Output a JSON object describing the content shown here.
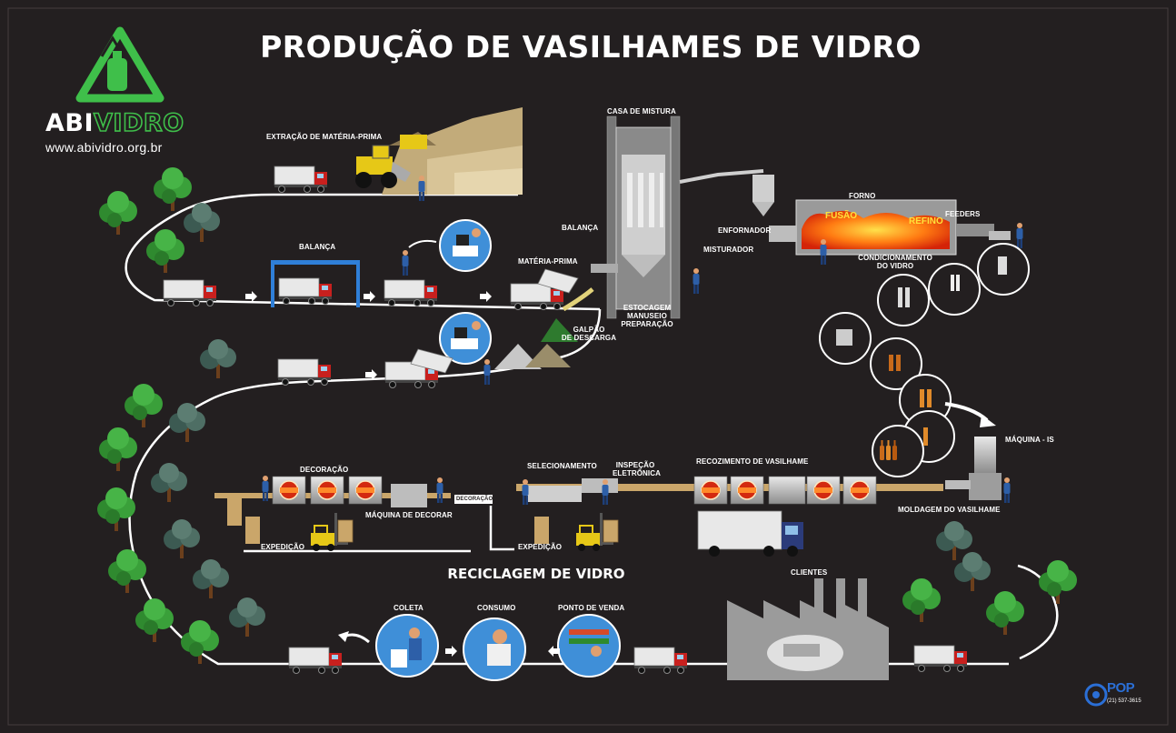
{
  "title": "PRODUÇÃO DE VASILHAMES DE VIDRO",
  "brand": {
    "name_part1": "ABI",
    "name_part2": "VIDRO",
    "website": "www.abividro.org.br",
    "logo_icon": "recycle-triangle-icon",
    "colors": {
      "green": "#3fbf4a",
      "background": "#231f20",
      "road": "#ffffff"
    }
  },
  "labels": {
    "extracao": "EXTRAÇÃO DE MATÉRIA-PRIMA",
    "balanca_top": "BALANÇA",
    "casa_mistura": "CASA DE MISTURA",
    "balanca_silo": "BALANÇA",
    "materia_prima": "MATÉRIA-PRIMA",
    "galpao_line1": "GALPÃO",
    "galpao_line2": "DE DESCARGA",
    "estocagem_line1": "ESTOCAGEM",
    "estocagem_line2": "MANUSEIO",
    "estocagem_line3": "PREPARAÇÃO",
    "misturador": "MISTURADOR",
    "enfornador": "ENFORNADOR",
    "forno": "FORNO",
    "fusao": "FUSÃO",
    "refino": "REFINO",
    "feeders": "FEEDERS",
    "condicionamento_line1": "CONDICIONAMENTO",
    "condicionamento_line2": "DO VIDRO",
    "maquina_is": "MÁQUINA - IS",
    "moldagem": "MOLDAGEM DO VASILHAME",
    "recozimento": "RECOZIMENTO DE VASILHAME",
    "inspecao_line1": "INSPEÇÃO",
    "inspecao_line2": "ELETRÔNICA",
    "selecionamento": "SELECIONAMENTO",
    "decoracao": "DECORAÇÃO",
    "decoracao_small": "DECORAÇÃO",
    "maquina_decorar": "MÁQUINA DE DECORAR",
    "expedicao_left": "EXPEDIÇÃO",
    "expedicao_right": "EXPEDIÇÃO",
    "reciclagem": "RECICLAGEM DE VIDRO",
    "clientes": "CLIENTES",
    "coleta": "COLETA",
    "consumo": "CONSUMO",
    "ponto_venda": "PONTO DE VENDA"
  },
  "footer": {
    "pop_logo": "POP",
    "phone": "(21) 537-3615"
  },
  "icons": [
    "truck-icon",
    "loader-icon",
    "worker-icon",
    "tree-icon",
    "silo-icon",
    "furnace-icon",
    "forklift-icon",
    "factory-icon",
    "bottle-icon",
    "arrow-icon"
  ]
}
